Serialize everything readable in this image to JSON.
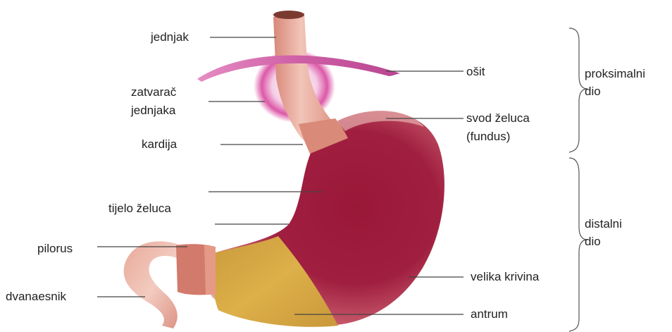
{
  "labels": {
    "jednjak": "jednjak",
    "zatvarac_line1": "zatvarač",
    "zatvarac_line2": "jednjaka",
    "kardija": "kardija",
    "tijelo": "tijelo želuca",
    "pilorus": "pilorus",
    "dvanaesnik": "dvanaesnik",
    "osit": "ošit",
    "svod_line1": "svod želuca",
    "svod_line2": "(fundus)",
    "velika_krivina": "velika krivina",
    "antrum": "antrum"
  },
  "groups": {
    "proksimalni_line1": "proksimalni",
    "proksimalni_line2": "dio",
    "distalni_line1": "distalni",
    "distalni_line2": "dio"
  },
  "colors": {
    "stomach_body": "#9b1b3c",
    "antrum": "#d9a840",
    "esophagus": "#e4a091",
    "diaphragm": "#cf5fa6",
    "sphincter_glow": "#d63a98",
    "leader_line": "#444444"
  }
}
